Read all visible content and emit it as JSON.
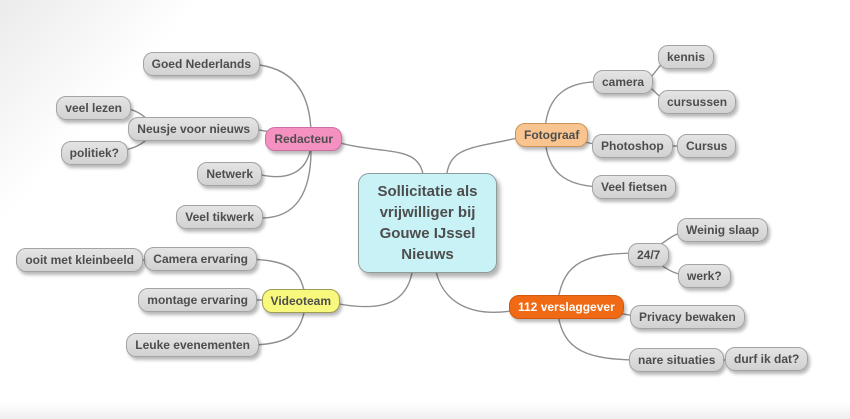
{
  "mindmap": {
    "root": {
      "label": "Sollicitatie als vrijwilliger bij Gouwe IJssel Nieuws",
      "color": "#c9f2f6"
    },
    "line_color": "#8f8f8f",
    "leaf_color": "#d9d9d9",
    "text_color": "#4d4d4d",
    "branches": [
      {
        "label": "Redacteur",
        "color": "#f591c1",
        "children": [
          {
            "label": "Goed Nederlands"
          },
          {
            "label": "Neusje voor nieuws",
            "children": [
              {
                "label": "veel lezen"
              },
              {
                "label": "politiek?"
              }
            ]
          },
          {
            "label": "Netwerk"
          },
          {
            "label": "Veel tikwerk"
          }
        ]
      },
      {
        "label": "Fotograaf",
        "color": "#f9c48f",
        "children": [
          {
            "label": "camera",
            "children": [
              {
                "label": "kennis"
              },
              {
                "label": "cursussen"
              }
            ]
          },
          {
            "label": "Photoshop",
            "children": [
              {
                "label": "Cursus"
              }
            ]
          },
          {
            "label": "Veel fietsen"
          }
        ]
      },
      {
        "label": "Videoteam",
        "color": "#f8f87d",
        "children": [
          {
            "label": "Camera ervaring",
            "children": [
              {
                "label": "ooit met kleinbeeld"
              }
            ]
          },
          {
            "label": "montage ervaring"
          },
          {
            "label": "Leuke evenementen"
          }
        ]
      },
      {
        "label": "112 verslaggever",
        "color": "#f06a15",
        "text_color": "#ffffff",
        "children": [
          {
            "label": "24/7",
            "children": [
              {
                "label": "Weinig slaap"
              },
              {
                "label": "werk?"
              }
            ]
          },
          {
            "label": "Privacy bewaken"
          },
          {
            "label": "nare situaties",
            "children": [
              {
                "label": "durf ik dat?"
              }
            ]
          }
        ]
      }
    ]
  }
}
